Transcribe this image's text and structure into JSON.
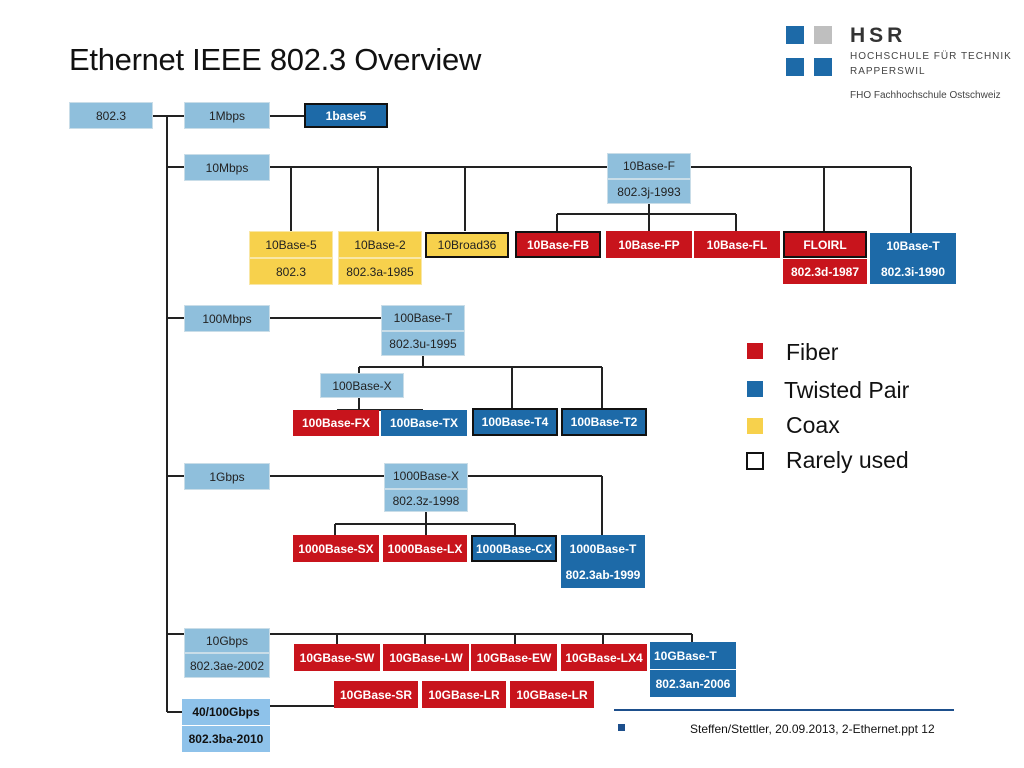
{
  "title": "Ethernet IEEE 802.3 Overview",
  "logo": {
    "name": "HSR",
    "line1": "HOCHSCHULE FÜR TECHNIK",
    "line2": "RAPPERSWIL",
    "line3": "FHO Fachhochschule Ostschweiz",
    "colors": {
      "blue": "#1d6aa8",
      "gray": "#bfbfbf"
    }
  },
  "nodes": {
    "root": "802.3",
    "mbps1": "1Mbps",
    "b1base5": "1base5",
    "mbps10": "10Mbps",
    "t10basef": "10Base-F",
    "t8023j": "802.3j-1993",
    "t10base5": "10Base-5",
    "t8023": "802.3",
    "t10base2": "10Base-2",
    "t8023a": "802.3a-1985",
    "t10broad36": "10Broad36",
    "t10basefb": "10Base-FB",
    "t10basefp": "10Base-FP",
    "t10basefl": "10Base-FL",
    "tfoirl": "FLOIRL",
    "t8023d": "802.3d-1987",
    "t10baset": "10Base-T",
    "t8023i": "802.3i-1990",
    "mbps100": "100Mbps",
    "t100baset": "100Base-T",
    "t8023u": "802.3u-1995",
    "t100basex": "100Base-X",
    "t100basefx": "100Base-FX",
    "t100basetx": "100Base-TX",
    "t100baset4": "100Base-T4",
    "t100baset2": "100Base-T2",
    "gbps1": "1Gbps",
    "t1000basex": "1000Base-X",
    "t8023z": "802.3z-1998",
    "t1000basesx": "1000Base-SX",
    "t1000baselx": "1000Base-LX",
    "t1000basecx": "1000Base-CX",
    "t1000baset": "1000Base-T",
    "t8023ab": "802.3ab-1999",
    "gbps10": "10Gbps",
    "t8023ae": "802.3ae-2002",
    "t10gbasesw": "10GBase-SW",
    "t10gbaselw": "10GBase-LW",
    "t10gbaseew": "10GBase-EW",
    "t10gbaselx4": "10GBase-LX4",
    "t10gbaset": "10GBase-T",
    "t8023an": "802.3an-2006",
    "t10gbasesr": "10GBase-SR",
    "t10gbaselr1": "10GBase-LR",
    "t10gbaselr2": "10GBase-LR",
    "gbps40100": "40/100Gbps",
    "t8023ba": "802.3ba-2010"
  },
  "legend": [
    {
      "label": "Fiber",
      "color": "#c8141c"
    },
    {
      "label": "Twisted Pair",
      "color": "#1d6aa8"
    },
    {
      "label": "Coax",
      "color": "#f7d14c"
    },
    {
      "label": "Rarely used",
      "color": "#ffffff"
    }
  ],
  "footer": "Steffen/Stettler, 20.09.2013, 2-Ethernet.ppt 12"
}
